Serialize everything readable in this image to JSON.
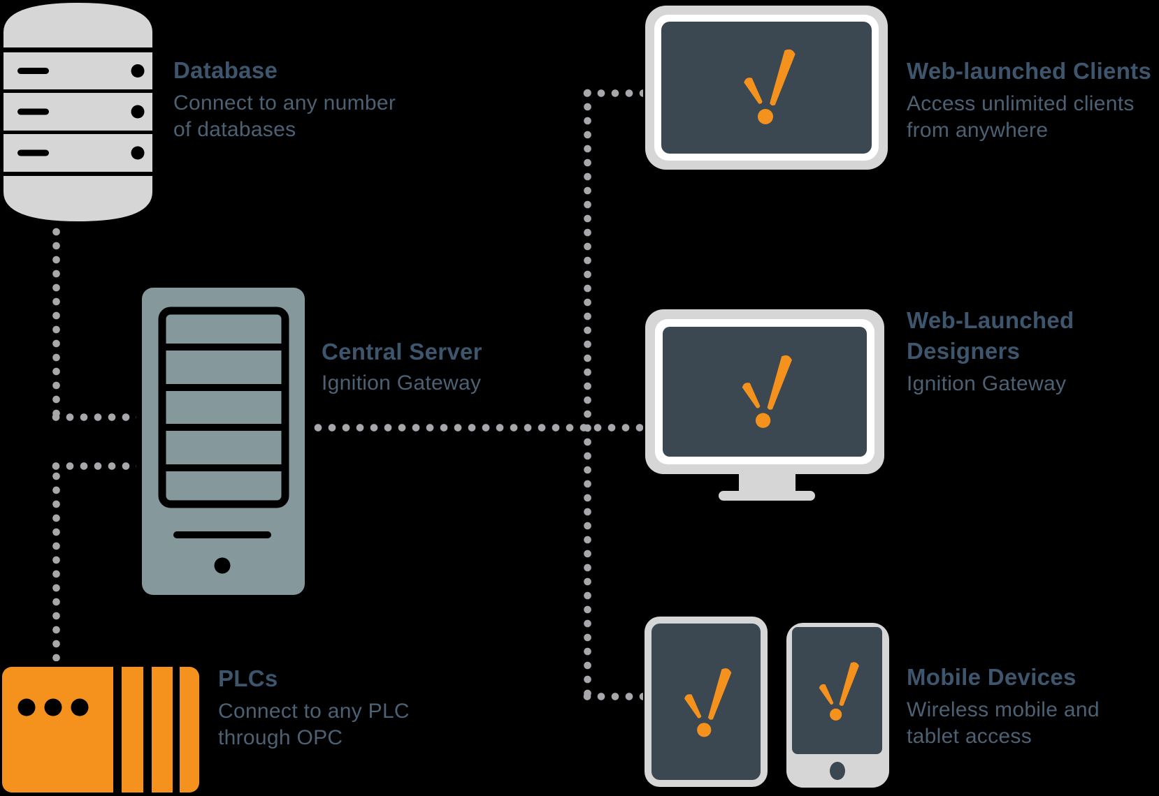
{
  "colors": {
    "background": "#000000",
    "orange": "#f5921e",
    "light_gray": "#d5d6d5",
    "sage": "#85989b",
    "screen_dark": "#3c4851",
    "white": "#ffffff",
    "dot": "#a6a8ab",
    "title": "#3d566d",
    "body": "#4c6173",
    "icon_stroke": "#000000"
  },
  "nodes": {
    "database": {
      "title": "Database",
      "desc": [
        "Connect to any number",
        "of databases"
      ]
    },
    "central_server": {
      "title": "Central Server",
      "subtitle": "Ignition Gateway"
    },
    "plcs": {
      "title": "PLCs",
      "desc": [
        "Connect to any PLC",
        "through OPC"
      ]
    },
    "web_clients": {
      "title": "Web-launched Clients",
      "desc": [
        "Access unlimited clients",
        "from anywhere"
      ]
    },
    "designers": {
      "title_lines": [
        "Web-Launched",
        "Designers"
      ],
      "subtitle": "Ignition Gateway"
    },
    "mobile": {
      "title": "Mobile Devices",
      "desc": [
        "Wireless mobile and",
        "tablet access"
      ]
    }
  }
}
